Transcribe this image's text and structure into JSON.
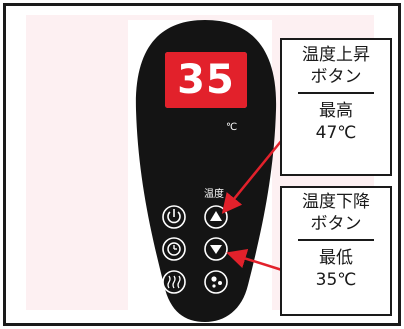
{
  "display": {
    "temperature": "35",
    "unit": "℃"
  },
  "remote": {
    "temp_buttons_label": "温度"
  },
  "callouts": {
    "up": {
      "line1": "温度上昇",
      "line2": "ボタン",
      "line3": "最高",
      "line4": "47℃"
    },
    "down": {
      "line1": "温度下降",
      "line2": "ボタン",
      "line3": "最低",
      "line4": "35℃"
    }
  },
  "icons": {
    "power": "power-icon",
    "timer": "timer-icon",
    "heat": "heat-wave-icon",
    "up": "triangle-up-icon",
    "down": "triangle-down-icon",
    "mode": "dots-icon"
  },
  "colors": {
    "remote_body": "#141414",
    "display_red": "#e2212b",
    "arrow": "#e2212b"
  }
}
